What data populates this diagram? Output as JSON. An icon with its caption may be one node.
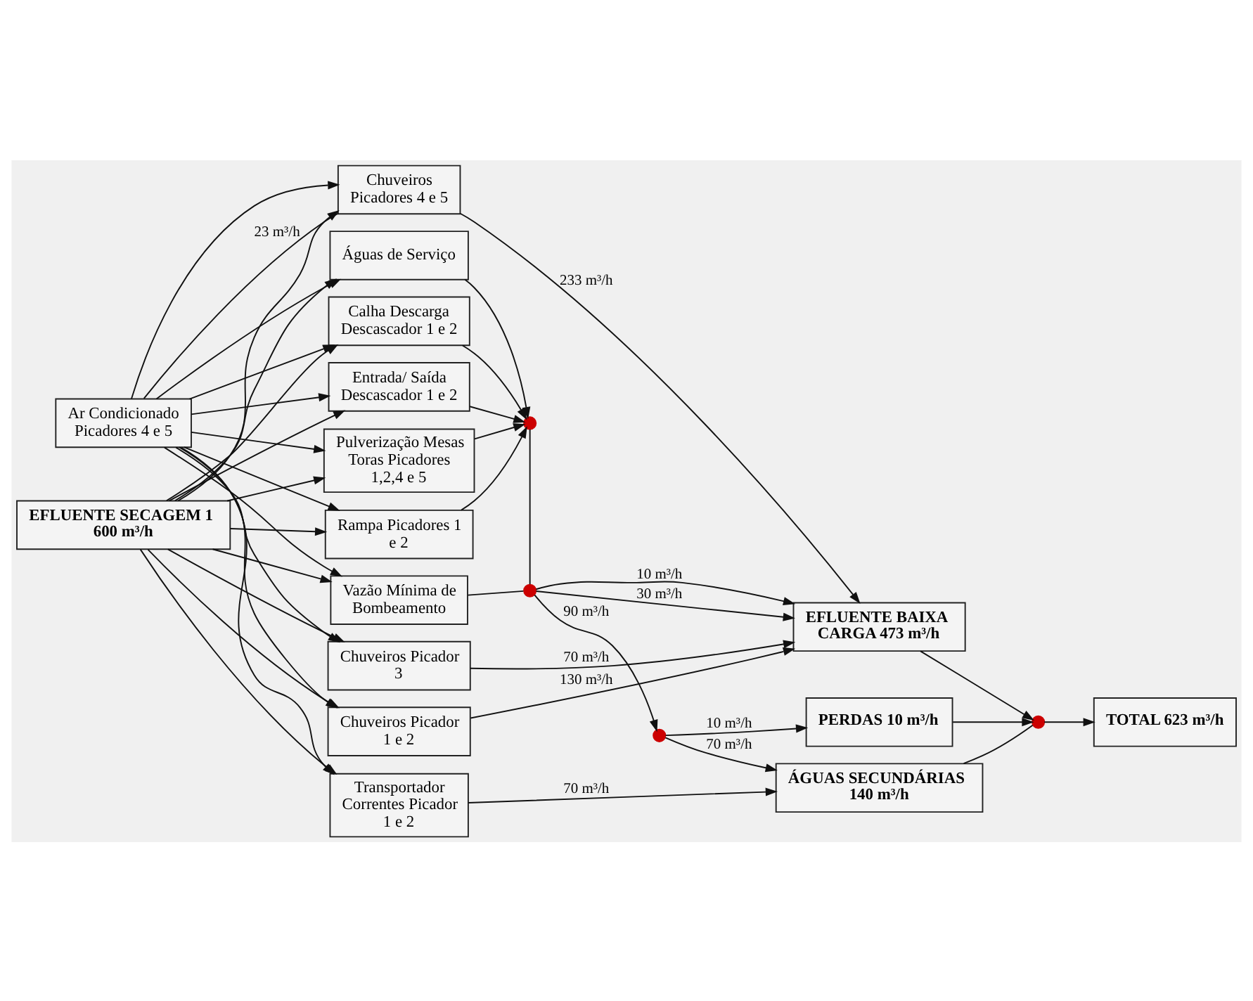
{
  "diagram": {
    "nodes": [
      {
        "text": [
          "Ar Condicionado Picadores 4 e 5"
        ]
      },
      {
        "text": [
          "EFLUENTE SECAGEM 1 600 m³/h"
        ]
      },
      {
        "text": [
          "Transportador Correntes Picador 1 e 2"
        ]
      },
      {
        "text": [
          "Chuveiros Picador 1 e 2"
        ]
      },
      {
        "text": [
          "Chuveiros Picadores 4 e 5"
        ]
      },
      {
        "text": [
          "Chuveiros Picador 3"
        ]
      },
      {
        "text": [
          "Pulverização Mesas Toras Picadores 1,2,4 e 5"
        ]
      },
      {
        "text": [
          "Rampa Picadores 1 e 2"
        ]
      },
      {
        "text": [
          "Calha Descarga Descascador 1 e 2"
        ]
      },
      {
        "text": [
          "Entrada/ Saída Descascador 1 e 2"
        ]
      },
      {
        "text": [
          "Águas de Serviço"
        ]
      },
      {
        "text": [
          "Vazão Mínima de Bombeamento"
        ]
      },
      {
        "text": [
          "EFLUENTE BAIXA CARGA 473 m³/h"
        ]
      },
      {
        "text": [
          "ÁGUAS SECUNDÁRIAS 140 m³/h"
        ]
      },
      {
        "text": [
          "PERDAS 10 m³/h"
        ]
      },
      {
        "text": [
          "TOTAL 623 m³/h"
        ]
      },
      {
        "text": [],
        "shape": "circle"
      },
      {
        "text": [],
        "shape": "circle"
      },
      {
        "text": [],
        "shape": "circle"
      },
      {
        "text": [],
        "shape": "circle"
      }
    ],
    "edges": [
      {
        "from": 1,
        "to": 2,
        "arrow": "to"
      },
      {
        "from": 1,
        "to": 3,
        "arrow": "to"
      },
      {
        "from": 1,
        "to": 4,
        "arrow": "to"
      },
      {
        "from": 1,
        "to": 5,
        "arrow": "to"
      },
      {
        "from": 1,
        "to": 6,
        "arrow": "to"
      },
      {
        "from": 1,
        "to": 7,
        "arrow": "to"
      },
      {
        "from": 1,
        "to": 8,
        "arrow": "to"
      },
      {
        "from": 1,
        "to": 9,
        "arrow": "to"
      },
      {
        "from": 1,
        "to": 10,
        "arrow": "to"
      },
      {
        "from": 1,
        "to": 11,
        "arrow": "to"
      },
      {
        "from": 0,
        "to": 2,
        "arrow": "to"
      },
      {
        "from": 0,
        "to": 3,
        "arrow": "to"
      },
      {
        "from": 0,
        "to": 4,
        "arrow": "to"
      },
      {
        "from": 0,
        "to": 5,
        "arrow": "to"
      },
      {
        "from": 0,
        "to": 6,
        "arrow": "to"
      },
      {
        "from": 0,
        "to": 7,
        "arrow": "to"
      },
      {
        "from": 0,
        "to": 8,
        "arrow": "to"
      },
      {
        "from": 0,
        "to": 9,
        "arrow": "to"
      },
      {
        "from": 0,
        "to": 10,
        "arrow": "to"
      },
      {
        "from": 0,
        "to": 11,
        "arrow": "to"
      },
      {
        "from": 0,
        "to": 4,
        "arrow": "none",
        "label": "23 m³/h"
      },
      {
        "from": 2,
        "to": 13,
        "arrow": "to",
        "label": "70 m³/h"
      },
      {
        "from": 3,
        "to": 12,
        "arrow": "to",
        "label": "130 m³/h"
      },
      {
        "from": 4,
        "to": 12,
        "arrow": "to",
        "label": "233 m³/h"
      },
      {
        "from": 5,
        "to": 12,
        "arrow": "to",
        "label": "70 m³/h"
      },
      {
        "from": 6,
        "to": 16,
        "arrow": "to"
      },
      {
        "from": 7,
        "to": 16,
        "arrow": "to"
      },
      {
        "from": 8,
        "to": 16,
        "arrow": "to"
      },
      {
        "from": 9,
        "to": 16,
        "arrow": "to"
      },
      {
        "from": 10,
        "to": 16,
        "arrow": "to"
      },
      {
        "from": 16,
        "to": 17,
        "arrow": "none"
      },
      {
        "from": 11,
        "to": 17,
        "arrow": "none"
      },
      {
        "from": 17,
        "to": 12,
        "arrow": "to",
        "label": "30 m³/h"
      },
      {
        "from": 17,
        "to": 12,
        "arrow": "to",
        "label": "10 m³/h"
      },
      {
        "from": 17,
        "to": 18,
        "arrow": "to",
        "label": "90 m³/h"
      },
      {
        "from": 18,
        "to": 13,
        "arrow": "to",
        "label": "70 m³/h"
      },
      {
        "from": 18,
        "to": 14,
        "arrow": "to",
        "label": "10 m³/h"
      },
      {
        "from": 12,
        "to": 19,
        "arrow": "to"
      },
      {
        "from": 13,
        "to": 19,
        "arrow": "none"
      },
      {
        "from": 14,
        "to": 19,
        "arrow": "to"
      },
      {
        "from": 19,
        "to": 15,
        "arrow": "to"
      }
    ]
  }
}
